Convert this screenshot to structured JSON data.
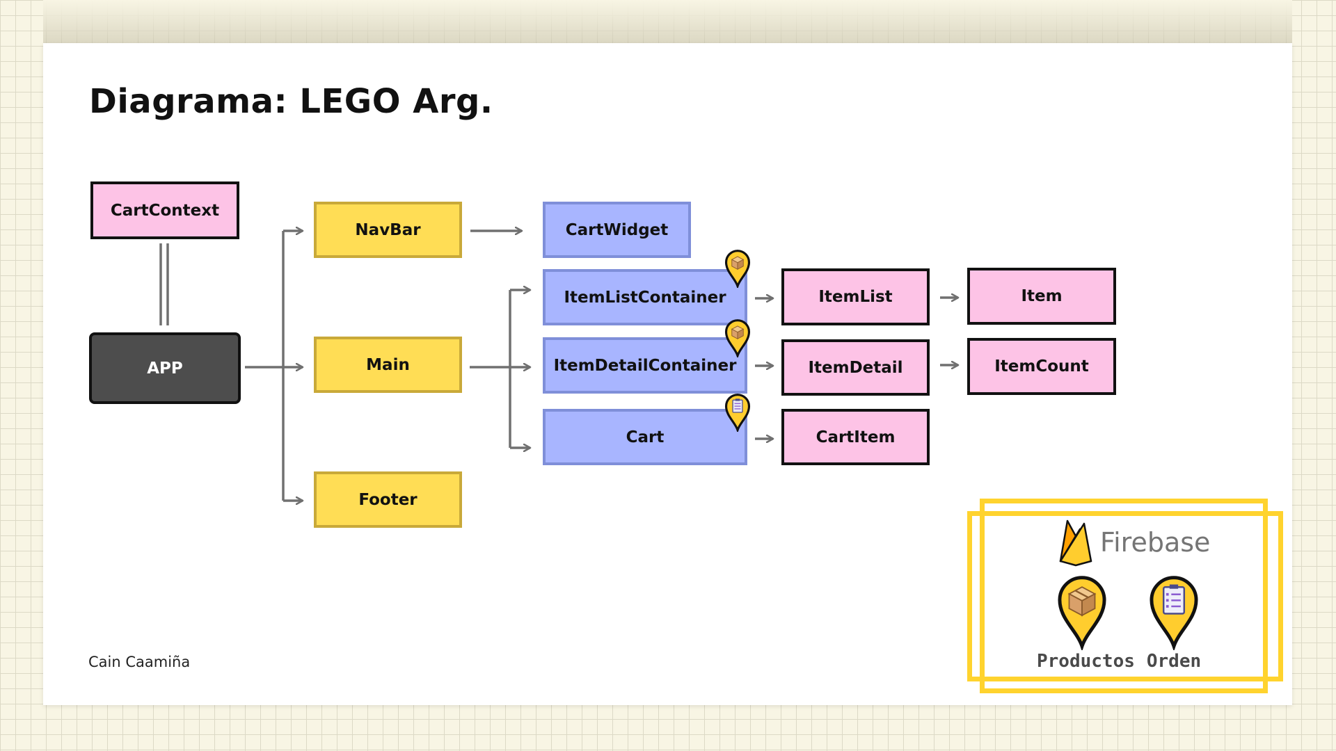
{
  "title": "Diagrama: LEGO Arg.",
  "author": "Cain Caamiña",
  "colors": {
    "context_pink": "#fdc3e6",
    "section_yellow": "#ffdd55",
    "container_blue": "#a8b5ff",
    "app_dark": "#4d4d4d",
    "firebase_yellow": "#ffd32e",
    "arrow_gray": "#707070"
  },
  "nodes": {
    "cart_context": "CartContext",
    "app": "APP",
    "navbar": "NavBar",
    "main": "Main",
    "footer": "Footer",
    "cart_widget": "CartWidget",
    "item_list_container": "ItemListContainer",
    "item_detail_container": "ItemDetailContainer",
    "cart": "Cart",
    "item_list": "ItemList",
    "item_detail": "ItemDetail",
    "cart_item": "CartItem",
    "item": "Item",
    "item_count": "ItemCount"
  },
  "firebase": {
    "name": "Firebase",
    "collections": [
      {
        "label": "Productos",
        "icon": "package-icon"
      },
      {
        "label": "Orden",
        "icon": "clipboard-icon"
      }
    ]
  }
}
